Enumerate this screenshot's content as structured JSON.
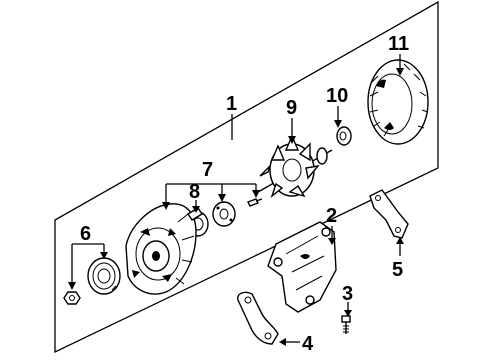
{
  "diagram": {
    "callouts": [
      {
        "id": "1",
        "label": "1"
      },
      {
        "id": "2",
        "label": "2"
      },
      {
        "id": "3",
        "label": "3"
      },
      {
        "id": "4",
        "label": "4"
      },
      {
        "id": "5",
        "label": "5"
      },
      {
        "id": "6",
        "label": "6"
      },
      {
        "id": "7",
        "label": "7"
      },
      {
        "id": "8",
        "label": "8"
      },
      {
        "id": "9",
        "label": "9"
      },
      {
        "id": "10",
        "label": "10"
      },
      {
        "id": "11",
        "label": "11"
      }
    ],
    "parts": [
      "alternator-assembly-box",
      "mounting-bracket",
      "bracket-bolt",
      "lower-bracket",
      "upper-bracket",
      "pulley-and-nut",
      "bearing-retainer-set",
      "front-bearing",
      "rotor",
      "rear-bearing",
      "stator"
    ]
  }
}
